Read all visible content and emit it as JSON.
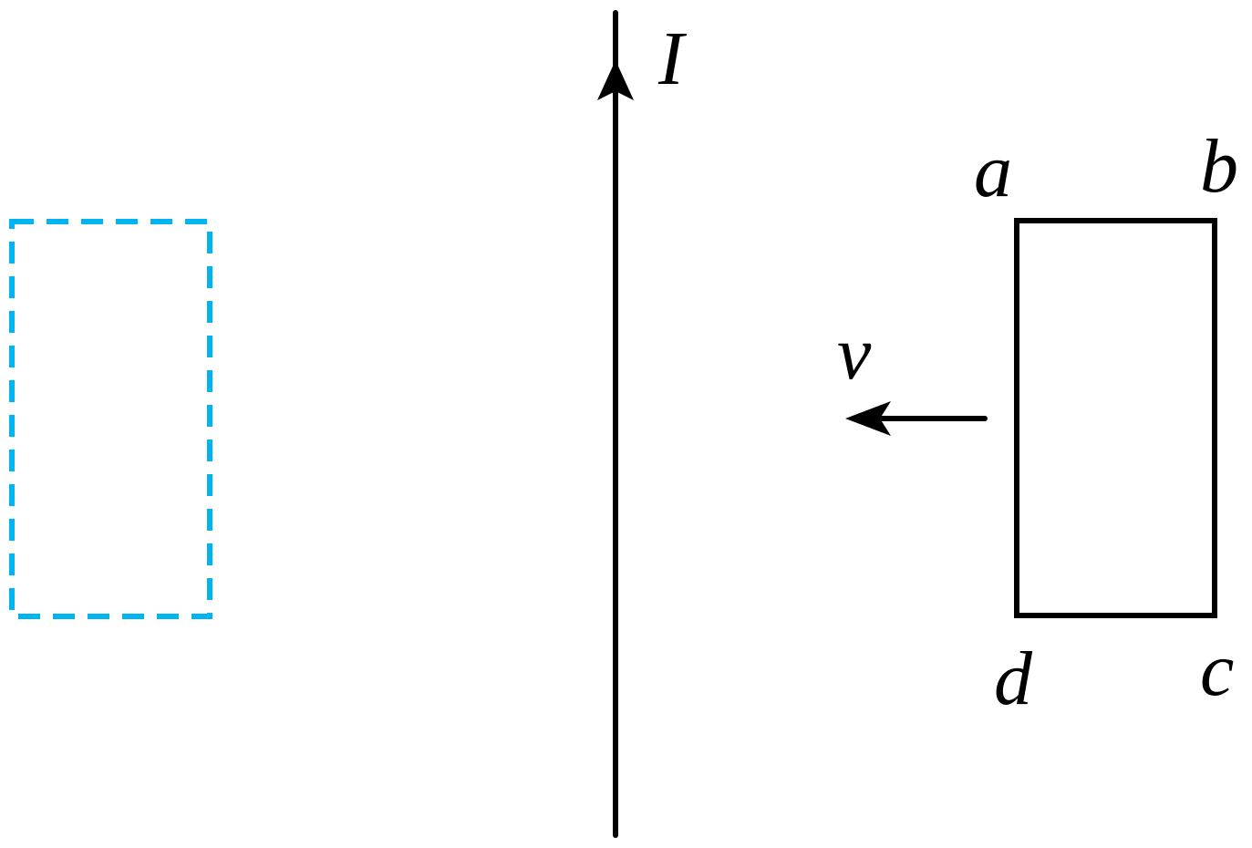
{
  "labels": {
    "current": "I",
    "velocity": "v",
    "corner_a": "a",
    "corner_b": "b",
    "corner_c": "c",
    "corner_d": "d"
  },
  "colors": {
    "stroke": "#000000",
    "ghost_loop": "#00b4ef"
  }
}
